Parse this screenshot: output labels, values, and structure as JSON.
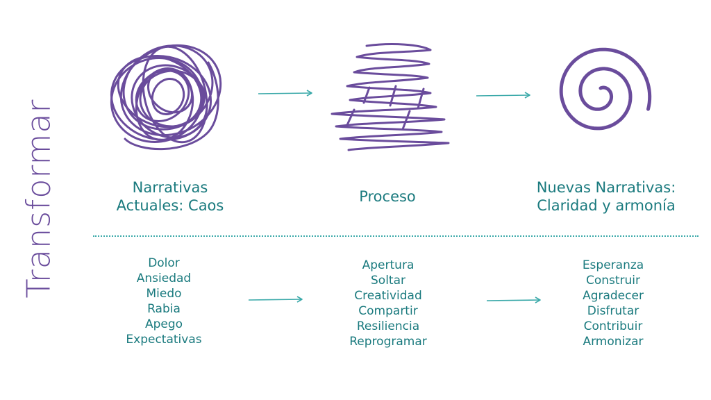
{
  "side_title": "Transformar",
  "columns": [
    {
      "heading_lines": [
        "Narrativas",
        "Actuales: Caos"
      ],
      "words": [
        "Dolor",
        "Ansiedad",
        "Miedo",
        "Rabia",
        "Apego",
        "Expectativas"
      ]
    },
    {
      "heading_lines": [
        "Proceso"
      ],
      "words": [
        "Apertura",
        "Soltar",
        "Creatividad",
        "Compartir",
        "Resiliencia",
        "Reprogramar"
      ]
    },
    {
      "heading_lines": [
        "Nuevas Narrativas:",
        "Claridad y armonía"
      ],
      "words": [
        "Esperanza",
        "Construir",
        "Agradecer",
        "Disfrutar",
        "Contribuir",
        "Armonizar"
      ]
    }
  ],
  "colors": {
    "purple": "#6a4c9c",
    "teal": "#1a7a7e",
    "arrow": "#3aa9a9"
  },
  "icons": [
    "chaos-scribble-icon",
    "zigzag-process-icon",
    "spiral-icon",
    "arrow-right-icon"
  ]
}
